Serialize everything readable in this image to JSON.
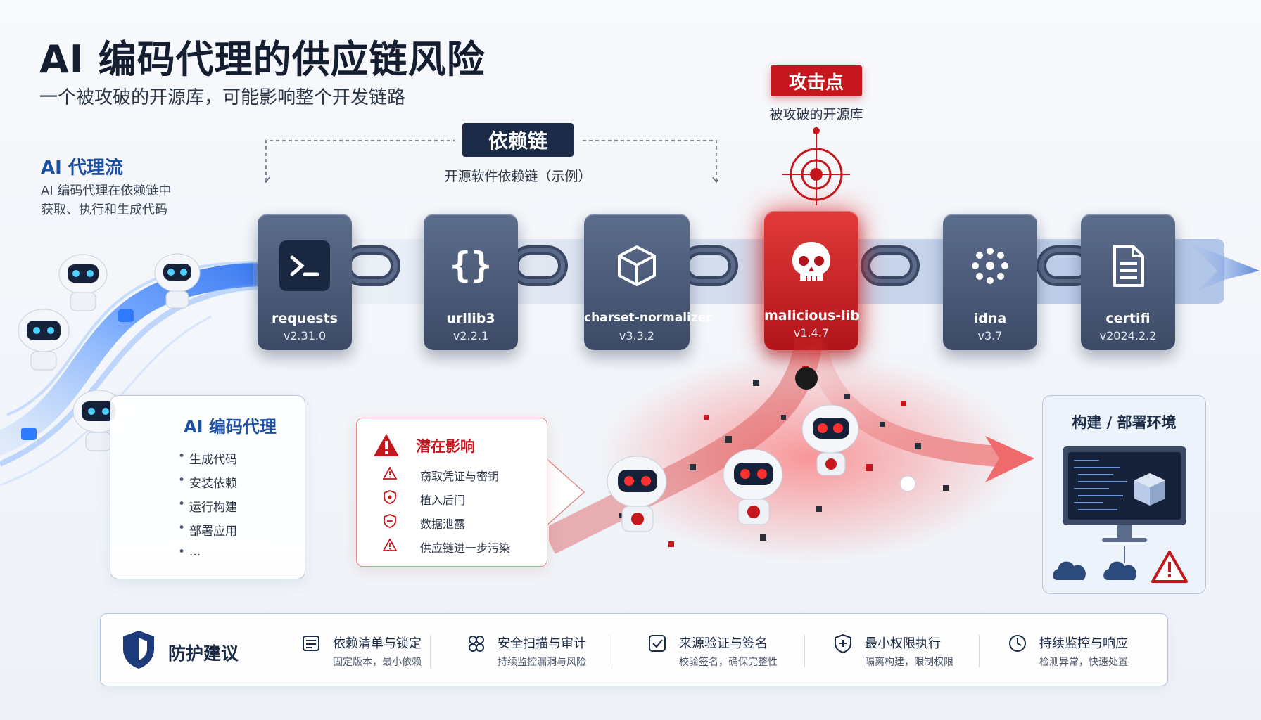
{
  "header": {
    "title": "AI 编码代理的供应链风险",
    "subtitle": "一个被攻破的开源库，可能影响整个开发链路"
  },
  "agent_flow": {
    "title": "AI 代理流",
    "desc_line1": "AI 编码代理在依赖链中",
    "desc_line2": "获取、执行和生成代码"
  },
  "dependency_chain": {
    "label": "依赖链",
    "sublabel": "开源软件依赖链（示例）",
    "packages": [
      {
        "name": "requests",
        "version": "v2.31.0",
        "icon": "terminal-icon"
      },
      {
        "name": "urllib3",
        "version": "v2.2.1",
        "icon": "braces-icon"
      },
      {
        "name": "charset-normalizer",
        "version": "v3.3.2",
        "icon": "cube-icon"
      },
      {
        "name": "malicious-lib",
        "version": "v1.4.7",
        "icon": "skull-icon"
      },
      {
        "name": "idna",
        "version": "v3.7",
        "icon": "dots-icon"
      },
      {
        "name": "certifi",
        "version": "v2024.2.2",
        "icon": "document-icon"
      }
    ]
  },
  "attack_point": {
    "label": "攻击点",
    "sublabel": "被攻破的开源库"
  },
  "ai_agent": {
    "title": "AI 编码代理",
    "items": [
      "生成代码",
      "安装依赖",
      "运行构建",
      "部署应用",
      "..."
    ]
  },
  "impact": {
    "title": "潜在影响",
    "items": [
      {
        "text": "窃取凭证与密钥",
        "icon": "warning-icon"
      },
      {
        "text": "植入后门",
        "icon": "backdoor-icon"
      },
      {
        "text": "数据泄露",
        "icon": "data-leak-icon"
      },
      {
        "text": "供应链进一步污染",
        "icon": "warning-icon"
      }
    ]
  },
  "build_env": {
    "title": "构建 / 部署环境"
  },
  "protection": {
    "title": "防护建议",
    "tips": [
      {
        "title": "依赖清单与锁定",
        "desc": "固定版本，最小依赖",
        "icon": "list-lock-icon"
      },
      {
        "title": "安全扫描与审计",
        "desc": "持续监控漏洞与风险",
        "icon": "scan-icon"
      },
      {
        "title": "来源验证与签名",
        "desc": "校验签名，确保完整性",
        "icon": "checkbox-icon"
      },
      {
        "title": "最小权限执行",
        "desc": "隔离构建，限制权限",
        "icon": "shield-plus-icon"
      },
      {
        "title": "持续监控与响应",
        "desc": "检测异常，快速处置",
        "icon": "clock-icon"
      }
    ]
  },
  "colors": {
    "danger": "#c4161c",
    "navy": "#1c2c48",
    "accent_blue": "#1d4fa3",
    "package_gray": "#4a5a78"
  }
}
